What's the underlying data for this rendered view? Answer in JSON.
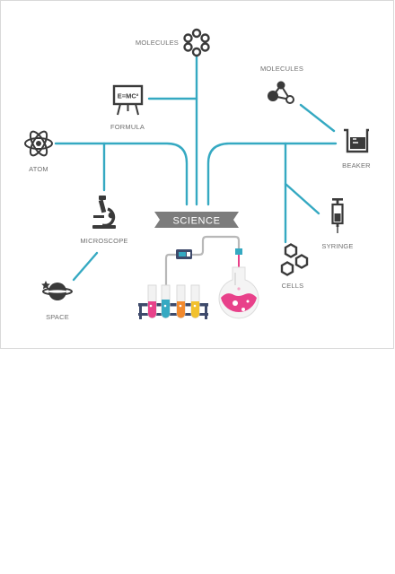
{
  "banner": {
    "label": "SCIENCE"
  },
  "nodes": {
    "molecules_top": {
      "label": "MOLECULES",
      "icon": "molecule-ring-icon"
    },
    "formula": {
      "label": "FORMULA",
      "icon": "chalkboard-icon",
      "board_text": "E=MC²"
    },
    "atom": {
      "label": "ATOM",
      "icon": "atom-icon"
    },
    "microscope": {
      "label": "MICROSCOPE",
      "icon": "microscope-icon"
    },
    "space": {
      "label": "SPACE",
      "icon": "planet-icon"
    },
    "molecules_right": {
      "label": "MOLECULES",
      "icon": "molecule-triangle-icon"
    },
    "beaker": {
      "label": "BEAKER",
      "icon": "beaker-icon"
    },
    "syringe": {
      "label": "SYRINGE",
      "icon": "syringe-icon"
    },
    "cells": {
      "label": "CELLS",
      "icon": "hexagon-cells-icon"
    }
  },
  "colors": {
    "connector": "#35a9c2",
    "icon": "#3a3a3a",
    "label": "#6f6f6f",
    "banner": "#7c7c7c",
    "pink": "#e8418a",
    "blue": "#35a9c2",
    "orange": "#f28a2e",
    "yellow": "#f2c12e",
    "rack": "#3e4a6b"
  }
}
